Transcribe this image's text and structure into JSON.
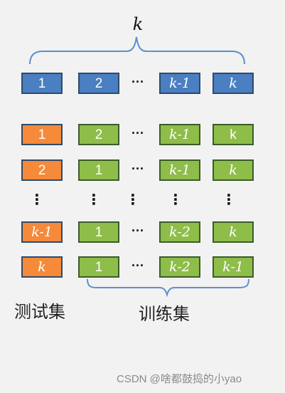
{
  "header": {
    "k_label": "k"
  },
  "rows": [
    [
      {
        "text": "1",
        "color": "blue"
      },
      {
        "text": "2",
        "color": "blue"
      },
      {
        "text": "k-1",
        "color": "blue",
        "italic": true
      },
      {
        "text": "k",
        "color": "blue",
        "italic": true
      }
    ],
    [
      {
        "text": "1",
        "color": "orange"
      },
      {
        "text": "2",
        "color": "green"
      },
      {
        "text": "k-1",
        "color": "green",
        "italic": true
      },
      {
        "text": "k",
        "color": "green"
      }
    ],
    [
      {
        "text": "2",
        "color": "orange"
      },
      {
        "text": "1",
        "color": "green"
      },
      {
        "text": "k-1",
        "color": "green",
        "italic": true
      },
      {
        "text": "k",
        "color": "green",
        "italic": true
      }
    ],
    [
      {
        "text": "k-1",
        "color": "orange",
        "italic": true
      },
      {
        "text": "1",
        "color": "green"
      },
      {
        "text": "k-2",
        "color": "green",
        "italic": true
      },
      {
        "text": "k",
        "color": "green",
        "italic": true
      }
    ],
    [
      {
        "text": "k",
        "color": "orange",
        "italic": true
      },
      {
        "text": "1",
        "color": "green"
      },
      {
        "text": "k-2",
        "color": "green",
        "italic": true
      },
      {
        "text": "k-1",
        "color": "green",
        "italic": true
      }
    ]
  ],
  "ellipsis": "···",
  "vertical_ellipsis": "⋮",
  "labels": {
    "test": "测试集",
    "train": "训练集"
  },
  "watermark": "CSDN @啥都鼓捣的小yao",
  "colors": {
    "blue": "#4a7fc1",
    "orange": "#f58a3a",
    "green": "#8ebd4a",
    "brace": "#5b8fd0"
  }
}
